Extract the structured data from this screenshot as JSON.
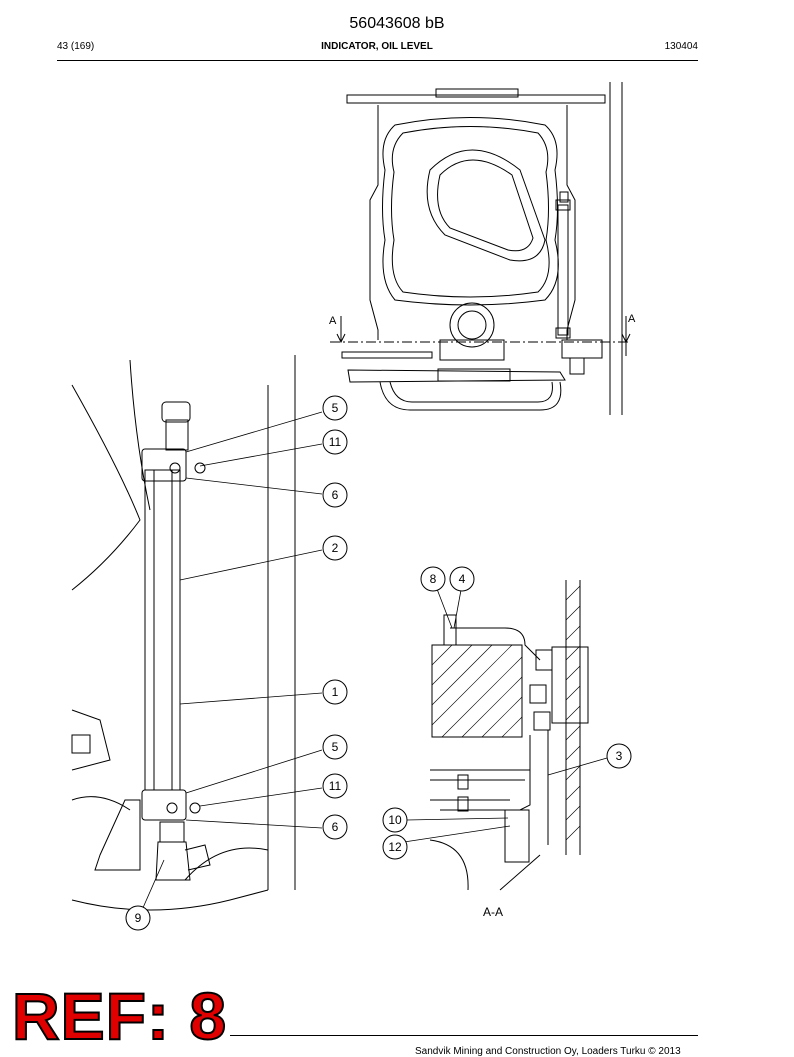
{
  "header": {
    "doc_number": "56043608 bB",
    "page": "43 (169)",
    "title": "INDICATOR, OIL LEVEL",
    "date_code": "130404"
  },
  "drawing": {
    "section_marker": "A",
    "section_label": "A-A",
    "callouts": [
      "5",
      "11",
      "6",
      "2",
      "1",
      "5",
      "11",
      "6",
      "9",
      "8",
      "4",
      "3",
      "10",
      "12"
    ]
  },
  "footer": {
    "copyright": "Sandvik Mining and Construction Oy, Loaders Turku © 2013"
  },
  "stamp": {
    "text": "REF: 8"
  }
}
